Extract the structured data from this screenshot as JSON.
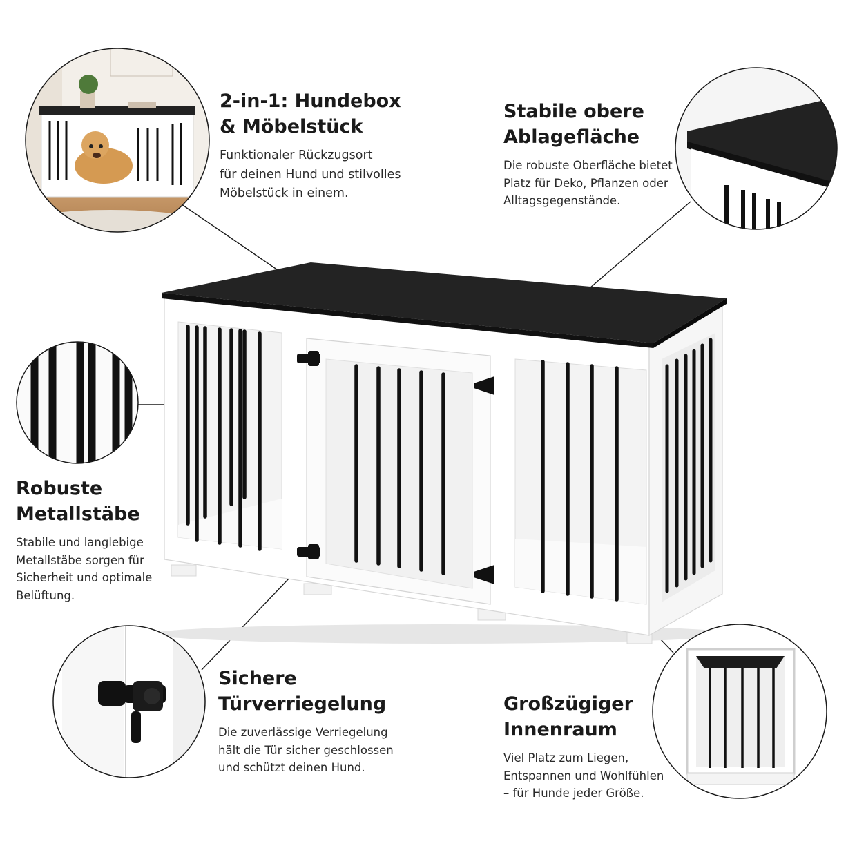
{
  "features": [
    {
      "id": "two-in-one",
      "title": [
        "2-in-1: Hundebox",
        "& Möbelstück"
      ],
      "description": [
        "Funktionaler Rückzugsort",
        "für deinen Hund und stilvolles",
        "Möbelstück in einem."
      ]
    },
    {
      "id": "top-surface",
      "title": [
        "Stabile obere",
        "Ablagefläche"
      ],
      "description": [
        "Die robuste Oberfläche bietet",
        "Platz für Deko, Pflanzen oder",
        "Alltagsgegenstände."
      ]
    },
    {
      "id": "metal-bars",
      "title": [
        "Robuste",
        "Metallstäbe"
      ],
      "description": [
        "Stabile und langlebige",
        "Metallstäbe sorgen für",
        "Sicherheit und optimale",
        "Belüftung."
      ]
    },
    {
      "id": "door-lock",
      "title": [
        "Sichere",
        "Türverriegelung"
      ],
      "description": [
        "Die zuverlässige Verriegelung",
        "hält die Tür sicher geschlossen",
        "und schützt deinen Hund."
      ]
    },
    {
      "id": "interior",
      "title": [
        "Großzügiger",
        "Innenraum"
      ],
      "description": [
        "Viel Platz zum Liegen,",
        "Entspannen und Wohlfühlen",
        "– für Hunde jeder Größe."
      ]
    }
  ],
  "colors": {
    "frame": "#ffffff",
    "top": "#222222",
    "bars": "#111111",
    "text": "#1a1a1a"
  }
}
